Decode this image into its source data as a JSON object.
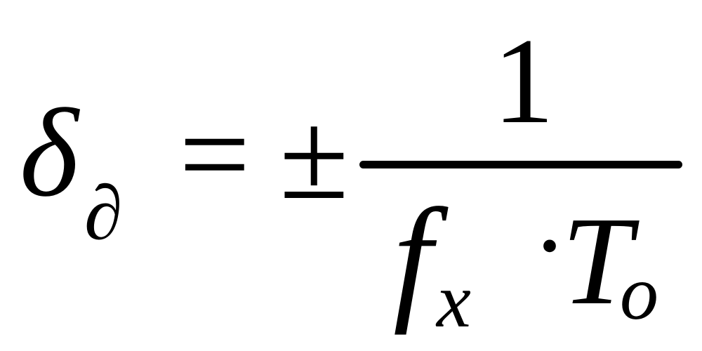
{
  "formula": {
    "lhs": {
      "symbol": "δ",
      "subscript": "∂"
    },
    "equals": "=",
    "plus_minus": "±",
    "fraction": {
      "numerator": "1",
      "denominator": {
        "f": "f",
        "f_subscript": "x",
        "dot": "·",
        "T": "T",
        "T_subscript": "o"
      }
    }
  }
}
